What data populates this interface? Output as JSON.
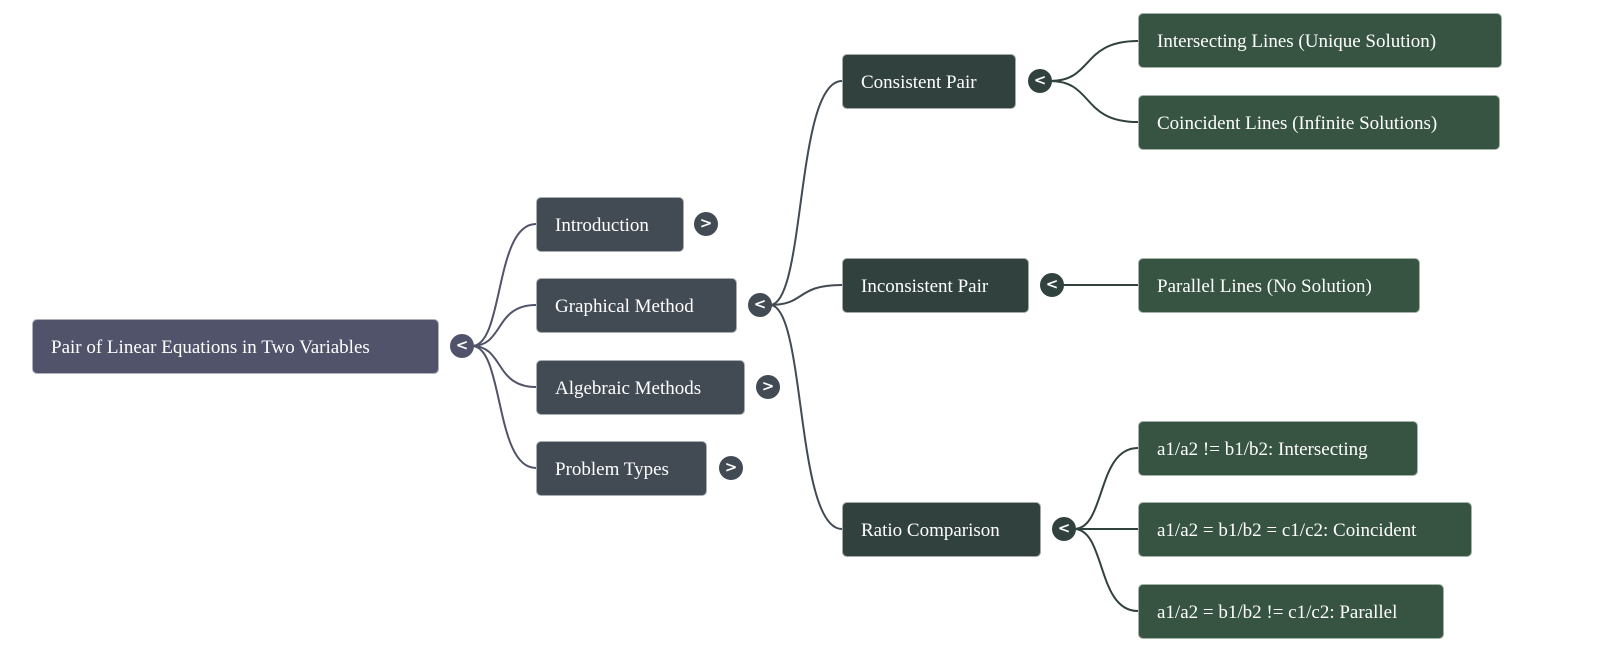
{
  "mindmap": {
    "root": {
      "label": "Pair of Linear Equations in Two Variables",
      "toggle": "<",
      "toggle_icon": "collapse-icon"
    },
    "level1": [
      {
        "label": "Introduction",
        "toggle": ">",
        "toggle_icon": "expand-icon",
        "expanded": false
      },
      {
        "label": "Graphical Method",
        "toggle": "<",
        "toggle_icon": "collapse-icon",
        "expanded": true
      },
      {
        "label": "Algebraic Methods",
        "toggle": ">",
        "toggle_icon": "expand-icon",
        "expanded": false
      },
      {
        "label": "Problem Types",
        "toggle": ">",
        "toggle_icon": "expand-icon",
        "expanded": false
      }
    ],
    "graphical_children": [
      {
        "label": "Consistent Pair",
        "toggle": "<",
        "expanded": true,
        "children": [
          "Intersecting Lines (Unique Solution)",
          "Coincident Lines (Infinite Solutions)"
        ]
      },
      {
        "label": "Inconsistent Pair",
        "toggle": "<",
        "expanded": true,
        "children": [
          "Parallel Lines (No Solution)"
        ]
      },
      {
        "label": "Ratio Comparison",
        "toggle": "<",
        "expanded": true,
        "children": [
          "a1/a2 != b1/b2: Intersecting",
          "a1/a2 = b1/b2 = c1/c2: Coincident",
          "a1/a2 = b1/b2 != c1/c2: Parallel"
        ]
      }
    ],
    "colors": {
      "root": "#50536a",
      "level1": "#424a54",
      "level2": "#31423e",
      "level3": "#375442",
      "edge_level1": "#50536a",
      "edge_level2": "#424a54",
      "edge_level3": "#31423e"
    }
  }
}
